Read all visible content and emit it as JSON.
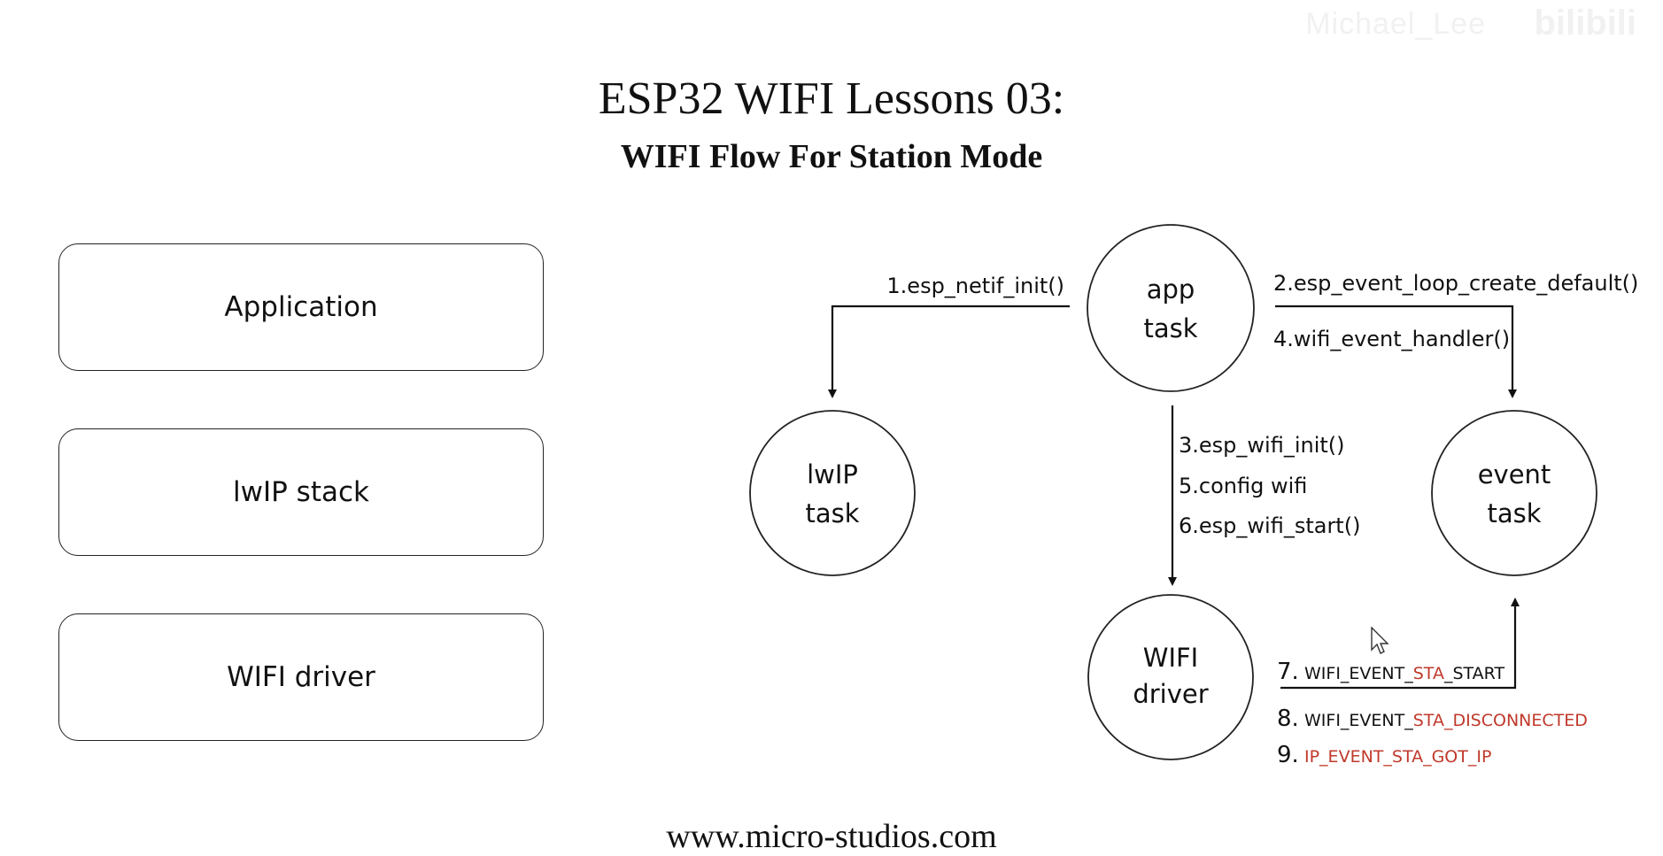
{
  "watermark": {
    "name": "Michael_Lee",
    "logo": "bilibili"
  },
  "title": {
    "main": "ESP32 WIFI Lessons 03:",
    "sub": "WIFI Flow For Station Mode"
  },
  "layers": [
    {
      "label": "Application"
    },
    {
      "label": "lwIP stack"
    },
    {
      "label": "WIFI driver"
    }
  ],
  "nodes": {
    "app_task": {
      "line1": "app",
      "line2": "task"
    },
    "lwip_task": {
      "line1": "lwIP",
      "line2": "task"
    },
    "event_task": {
      "line1": "event",
      "line2": "task"
    },
    "wifi_driver": {
      "line1": "WIFI",
      "line2": "driver"
    }
  },
  "edges": {
    "step1": "1.esp_netif_init()",
    "step2": "2.esp_event_loop_create_default()",
    "step4": "4.wifi_event_handler()",
    "step3": "3.esp_wifi_init()",
    "step5": "5.config wifi",
    "step6": "6.esp_wifi_start()"
  },
  "events": [
    {
      "num": "7.",
      "parts": [
        {
          "text": "WIFI_EVENT_",
          "color": "#111111"
        },
        {
          "text": "STA",
          "color": "#c0392b"
        },
        {
          "text": "_START",
          "color": "#111111"
        }
      ]
    },
    {
      "num": "8.",
      "parts": [
        {
          "text": "WIFI_EVENT_",
          "color": "#111111"
        },
        {
          "text": "STA_DISCONNECTED",
          "color": "#c0392b"
        }
      ]
    },
    {
      "num": "9.",
      "parts": [
        {
          "text": "IP_EVENT_STA_GOT_IP",
          "color": "#c0392b"
        }
      ]
    }
  ],
  "footer": "www.micro-studios.com"
}
